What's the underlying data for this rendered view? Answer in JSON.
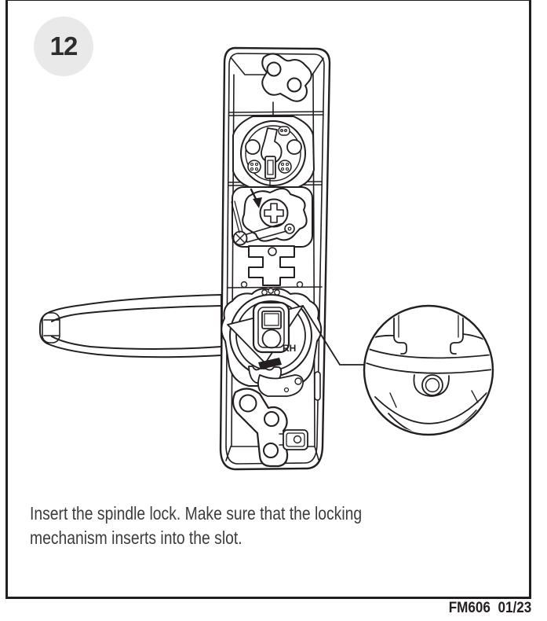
{
  "step_badge": {
    "number": "12"
  },
  "caption": {
    "lines": [
      "Insert the spindle lock. Make sure that the locking",
      "mechanism inserts into the slot."
    ]
  },
  "footer": {
    "doc_code": "FM606  01/23"
  },
  "diagram": {
    "hand_label": "RH"
  },
  "colors": {
    "line": "#231f20",
    "badge_bg": "#e9e9e9",
    "caption_text": "#3c3c3c"
  }
}
